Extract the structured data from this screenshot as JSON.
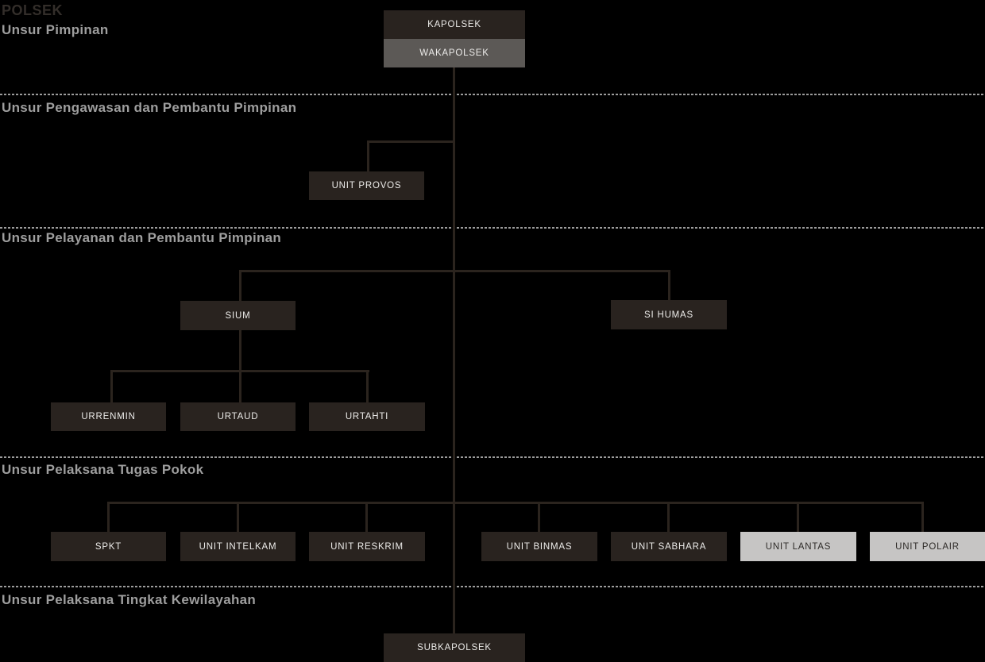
{
  "page": {
    "title": "POLSEK"
  },
  "sections": [
    {
      "id": "pimpinan",
      "label": "Unsur Pimpinan"
    },
    {
      "id": "pengawasan",
      "label": "Unsur Pengawasan dan Pembantu Pimpinan"
    },
    {
      "id": "pelayanan",
      "label": "Unsur Pelayanan dan Pembantu Pimpinan"
    },
    {
      "id": "tugas_pokok",
      "label": "Unsur Pelaksana Tugas Pokok"
    },
    {
      "id": "kewilayahan",
      "label": "Unsur Pelaksana Tingkat Kewilayahan"
    }
  ],
  "nodes": {
    "kapolsek": {
      "label": "KAPOLSEK",
      "parent": null,
      "section": "Unsur Pimpinan",
      "style": "dark"
    },
    "wakapolsek": {
      "label": "WAKAPOLSEK",
      "parent": "KAPOLSEK",
      "section": "Unsur Pimpinan",
      "style": "gray"
    },
    "unit_provos": {
      "label": "UNIT PROVOS",
      "parent": "WAKAPOLSEK",
      "section": "Unsur Pengawasan dan Pembantu Pimpinan",
      "style": "dark"
    },
    "sium": {
      "label": "SIUM",
      "parent": "WAKAPOLSEK",
      "section": "Unsur Pelayanan dan Pembantu Pimpinan",
      "style": "dark"
    },
    "si_humas": {
      "label": "SI HUMAS",
      "parent": "WAKAPOLSEK",
      "section": "Unsur Pelayanan dan Pembantu Pimpinan",
      "style": "dark"
    },
    "urrenmin": {
      "label": "URRENMIN",
      "parent": "SIUM",
      "section": "Unsur Pelayanan dan Pembantu Pimpinan",
      "style": "dark"
    },
    "urtaud": {
      "label": "URTAUD",
      "parent": "SIUM",
      "section": "Unsur Pelayanan dan Pembantu Pimpinan",
      "style": "dark"
    },
    "urtahti": {
      "label": "URTAHTI",
      "parent": "SIUM",
      "section": "Unsur Pelayanan dan Pembantu Pimpinan",
      "style": "dark"
    },
    "spkt": {
      "label": "SPKT",
      "parent": "WAKAPOLSEK",
      "section": "Unsur Pelaksana Tugas Pokok",
      "style": "dark"
    },
    "unit_intelkam": {
      "label": "UNIT INTELKAM",
      "parent": "WAKAPOLSEK",
      "section": "Unsur Pelaksana Tugas Pokok",
      "style": "dark"
    },
    "unit_reskrim": {
      "label": "UNIT RESKRIM",
      "parent": "WAKAPOLSEK",
      "section": "Unsur Pelaksana Tugas Pokok",
      "style": "dark"
    },
    "unit_binmas": {
      "label": "UNIT BINMAS",
      "parent": "WAKAPOLSEK",
      "section": "Unsur Pelaksana Tugas Pokok",
      "style": "dark"
    },
    "unit_sabhara": {
      "label": "UNIT SABHARA",
      "parent": "WAKAPOLSEK",
      "section": "Unsur Pelaksana Tugas Pokok",
      "style": "dark"
    },
    "unit_lantas": {
      "label": "UNIT LANTAS",
      "parent": "WAKAPOLSEK",
      "section": "Unsur Pelaksana Tugas Pokok",
      "style": "light"
    },
    "unit_polair": {
      "label": "UNIT POLAIR",
      "parent": "WAKAPOLSEK",
      "section": "Unsur Pelaksana Tugas Pokok",
      "style": "light"
    },
    "subkapolsek": {
      "label": "SUBKAPOLSEK",
      "parent": "WAKAPOLSEK",
      "section": "Unsur Pelaksana Tingkat Kewilayahan",
      "style": "dark"
    }
  },
  "colors": {
    "background": "#000000",
    "node_dark": "#29231f",
    "node_gray": "#5c5956",
    "node_light": "#c6c5c4",
    "node_text_light": "#ecebe9",
    "node_text_dark": "#2e2b28",
    "connector": "#2b241e",
    "divider": "#9c9c9c",
    "section_label": "#9e9e9e",
    "title_text": "#332e2a"
  }
}
